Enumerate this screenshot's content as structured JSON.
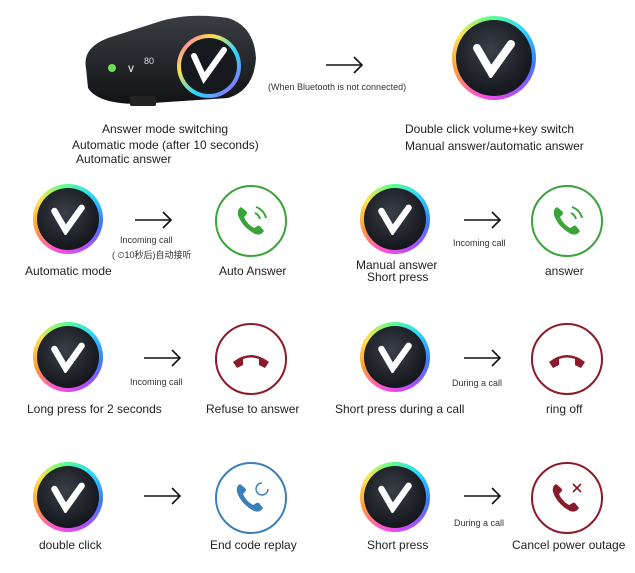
{
  "colors": {
    "green": "#3aa33a",
    "red": "#8b1a2a",
    "blue": "#3b7fb8"
  },
  "top": {
    "device_brand": "80",
    "device_lines": [
      "Answer mode switching",
      "Automatic mode (after 10 seconds)",
      "Automatic answer"
    ],
    "note": "(When Bluetooth is not connected)",
    "switch_lines": [
      "Double click volume+key switch",
      "Manual answer/automatic answer"
    ]
  },
  "rows": [
    {
      "left": {
        "button_label": "Automatic mode",
        "arrow_label": "Incoming call",
        "arrow_sub": "( ⏲10秒后)自动接听",
        "result_label": "Auto Answer",
        "result_icon": "phone-answer-icon",
        "result_color": "green"
      },
      "right": {
        "button_label_1": "Manual answer",
        "button_label_2": "Short press",
        "arrow_label": "Incoming call",
        "result_label": "answer",
        "result_icon": "phone-answer-icon",
        "result_color": "green"
      }
    },
    {
      "left": {
        "button_label": "Long press for 2 seconds",
        "arrow_label": "Incoming  call",
        "result_label": "Refuse to answer",
        "result_icon": "phone-hangup-icon",
        "result_color": "red"
      },
      "right": {
        "button_label": "Short press during a call",
        "arrow_label": "During a call",
        "result_label": "ring off",
        "result_icon": "phone-hangup-icon",
        "result_color": "red"
      }
    },
    {
      "left": {
        "button_label": "double click",
        "result_label": "End code replay",
        "result_icon": "phone-redial-icon",
        "result_color": "blue"
      },
      "right": {
        "button_label": "Short press",
        "arrow_label": "During a call",
        "result_label": "Cancel power outage",
        "result_icon": "phone-cancel-icon",
        "result_color": "red"
      }
    }
  ]
}
